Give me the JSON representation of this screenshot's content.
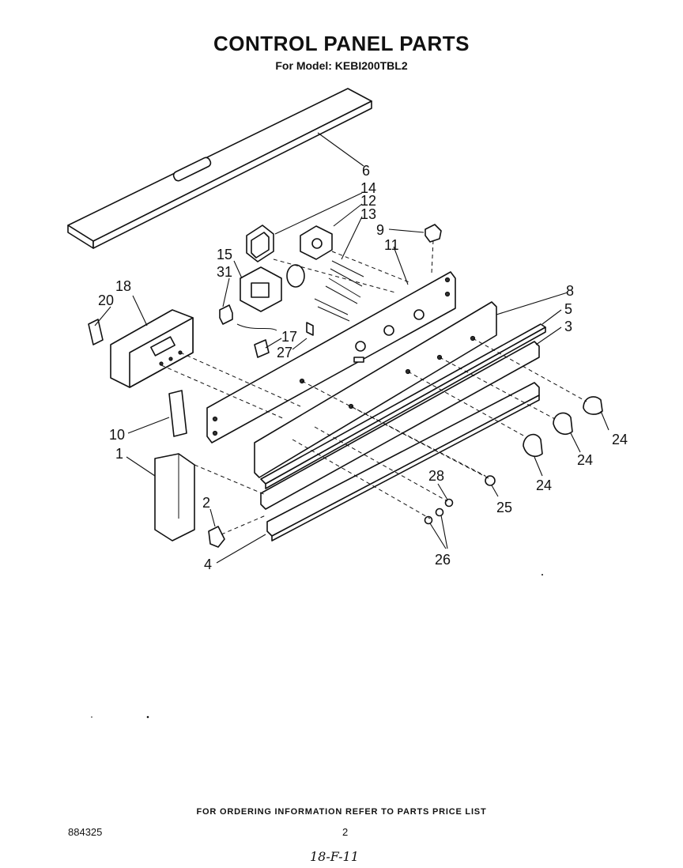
{
  "page": {
    "title": "CONTROL PANEL PARTS",
    "subtitle": "For Model: KEBI200TBL2",
    "footer_note": "FOR ORDERING INFORMATION REFER TO PARTS PRICE LIST",
    "doc_number": "884325",
    "page_number": "2",
    "handwritten_note": "18-F-11"
  },
  "callouts": {
    "c1": "1",
    "c2": "2",
    "c3": "3",
    "c4": "4",
    "c5": "5",
    "c6": "6",
    "c8": "8",
    "c9": "9",
    "c10": "10",
    "c11": "11",
    "c12": "12",
    "c13": "13",
    "c14": "14",
    "c15": "15",
    "c17": "17",
    "c18": "18",
    "c20": "20",
    "c24a": "24",
    "c24b": "24",
    "c24c": "24",
    "c25": "25",
    "c26": "26",
    "c27": "27",
    "c28": "28",
    "c31": "31"
  },
  "colors": {
    "ink": "#111111",
    "paper": "#ffffff"
  }
}
